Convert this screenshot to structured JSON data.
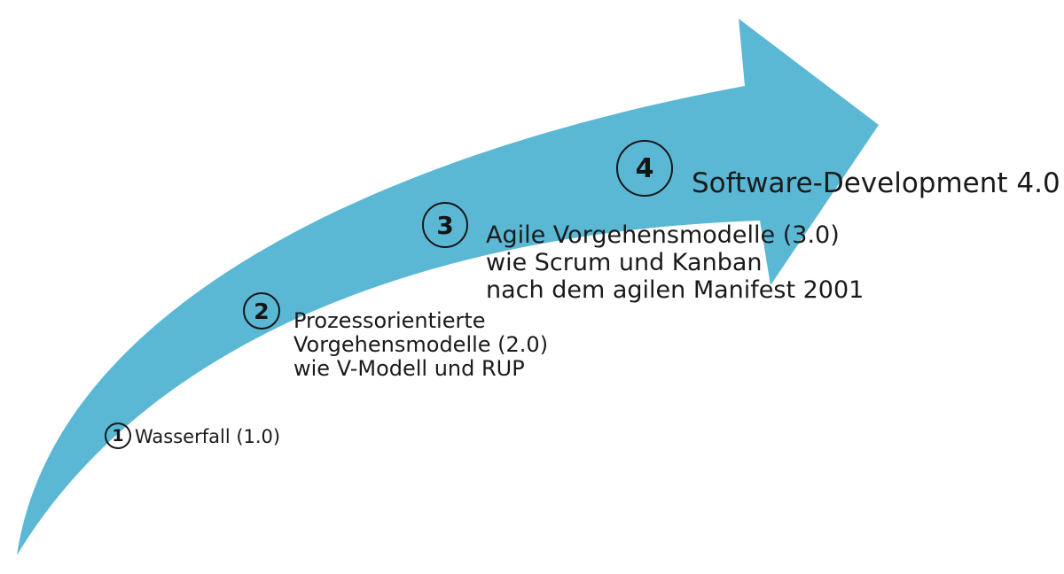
{
  "diagram": {
    "type": "growth-arrow-timeline",
    "direction": "bottom-left to top-right"
  },
  "colors": {
    "arrow_fill": "#5BB8D4",
    "text": "#1a1a1a",
    "circle_outline": "#151515",
    "background": "#ffffff"
  },
  "milestones": [
    {
      "number": "1",
      "lines": [
        "Wasserfall (1.0)"
      ]
    },
    {
      "number": "2",
      "lines": [
        "Prozessorientierte",
        "Vorgehensmodelle (2.0)",
        "wie V-Modell und RUP"
      ]
    },
    {
      "number": "3",
      "lines": [
        "Agile Vorgehensmodelle (3.0)",
        "wie Scrum und Kanban",
        "nach dem agilen Manifest 2001"
      ]
    },
    {
      "number": "4",
      "lines": [
        "Software-Development 4.0"
      ]
    }
  ]
}
